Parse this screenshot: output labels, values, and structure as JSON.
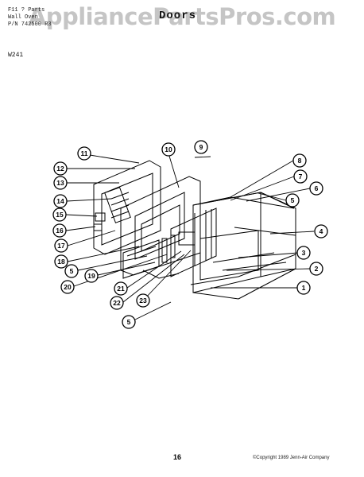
{
  "header": {
    "line1": "F11 ? Parts",
    "line2": "Wall Oven",
    "line3": "P/N 742500 R3",
    "section_title": "Doors",
    "model": "W241"
  },
  "watermark": "AppliancePartsPros.com",
  "callouts": [
    "1",
    "2",
    "3",
    "4",
    "5",
    "6",
    "7",
    "8",
    "9",
    "10",
    "11",
    "12",
    "13",
    "14",
    "15",
    "16",
    "17",
    "18",
    "5",
    "19",
    "20",
    "21",
    "22",
    "23",
    "5"
  ],
  "footer": {
    "page_number": "16",
    "copyright": "©Copyright 1989 Jenn-Air Company"
  }
}
